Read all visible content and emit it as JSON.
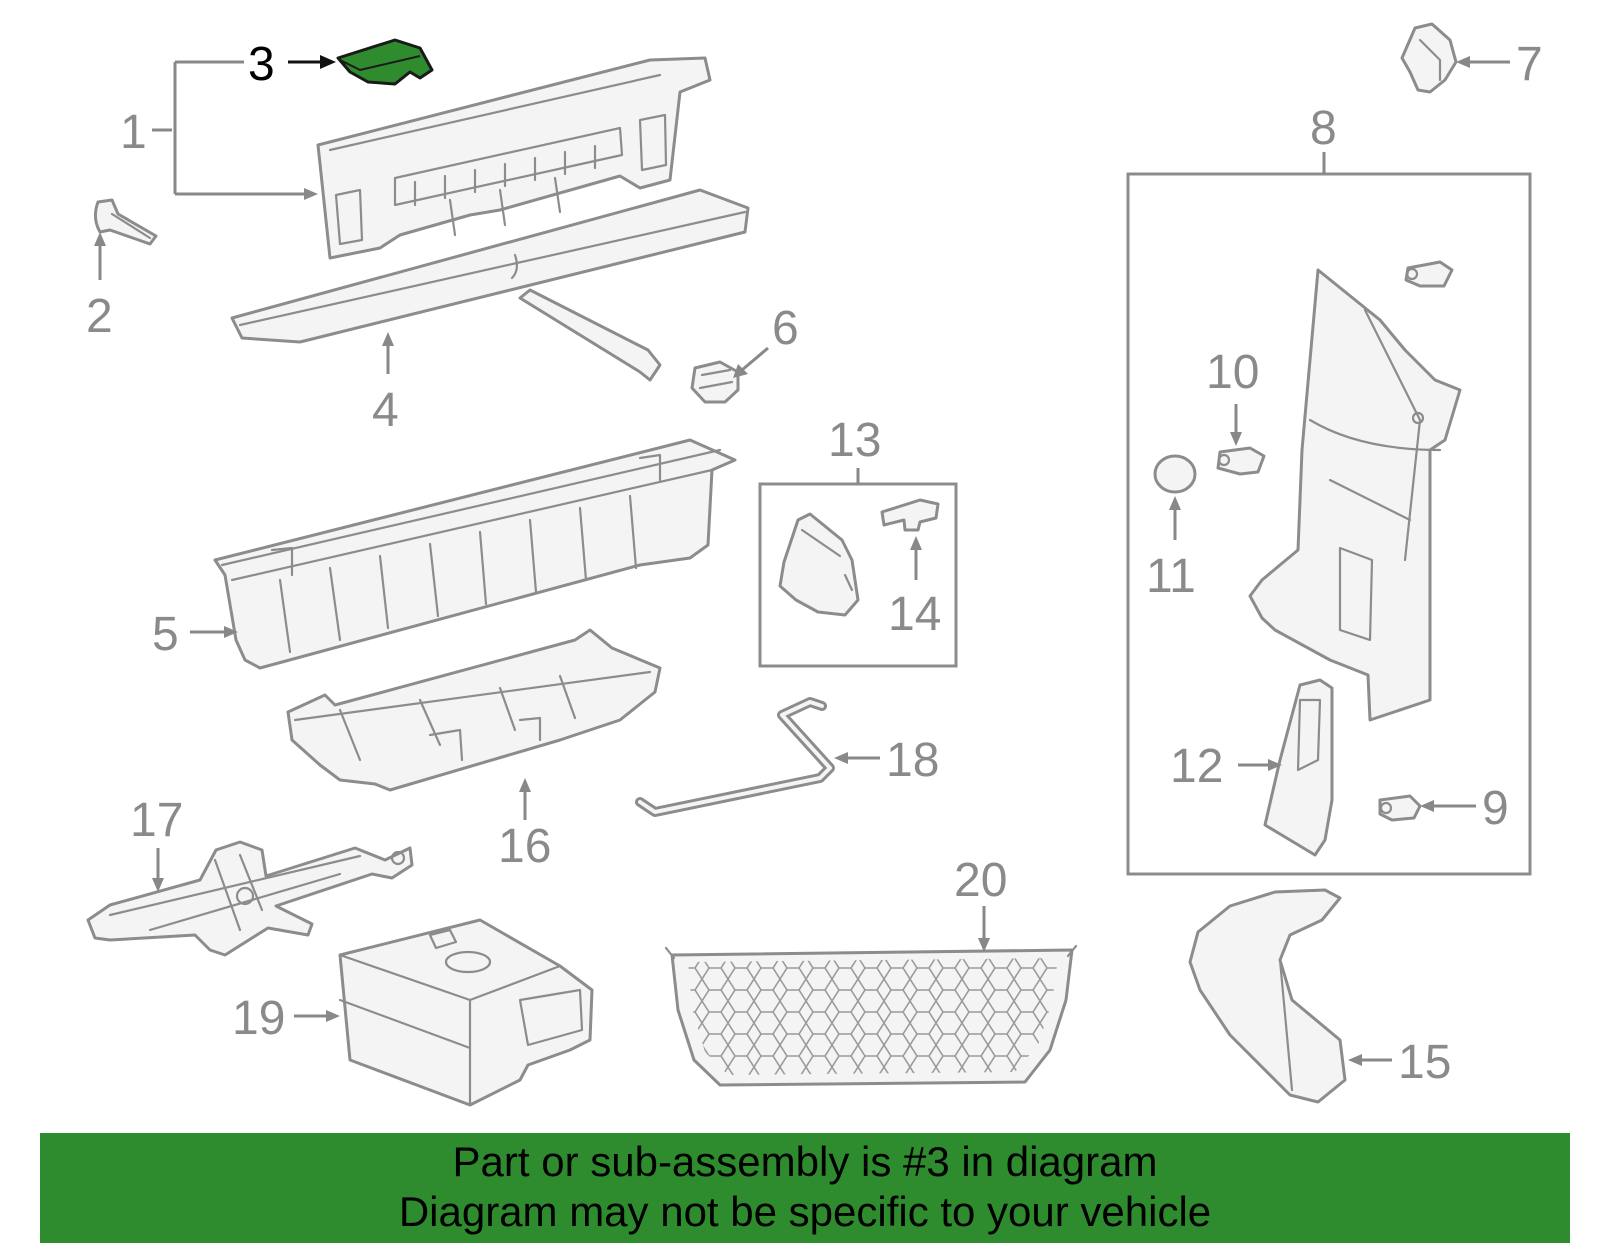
{
  "diagram": {
    "callouts": {
      "c1": "1",
      "c2": "2",
      "c3": "3",
      "c4": "4",
      "c5": "5",
      "c6": "6",
      "c7": "7",
      "c8": "8",
      "c9": "9",
      "c10": "10",
      "c11": "11",
      "c12": "12",
      "c13": "13",
      "c14": "14",
      "c15": "15",
      "c16": "16",
      "c17": "17",
      "c18": "18",
      "c19": "19",
      "c20": "20"
    },
    "highlighted_part": "3",
    "colors": {
      "highlight": "#2e8b2e",
      "line_art": "#8c8c8c",
      "banner": "#2e8b2e"
    }
  },
  "banner": {
    "line1": "Part or sub-assembly is #3 in diagram",
    "line2": "Diagram may not be specific to your vehicle"
  }
}
